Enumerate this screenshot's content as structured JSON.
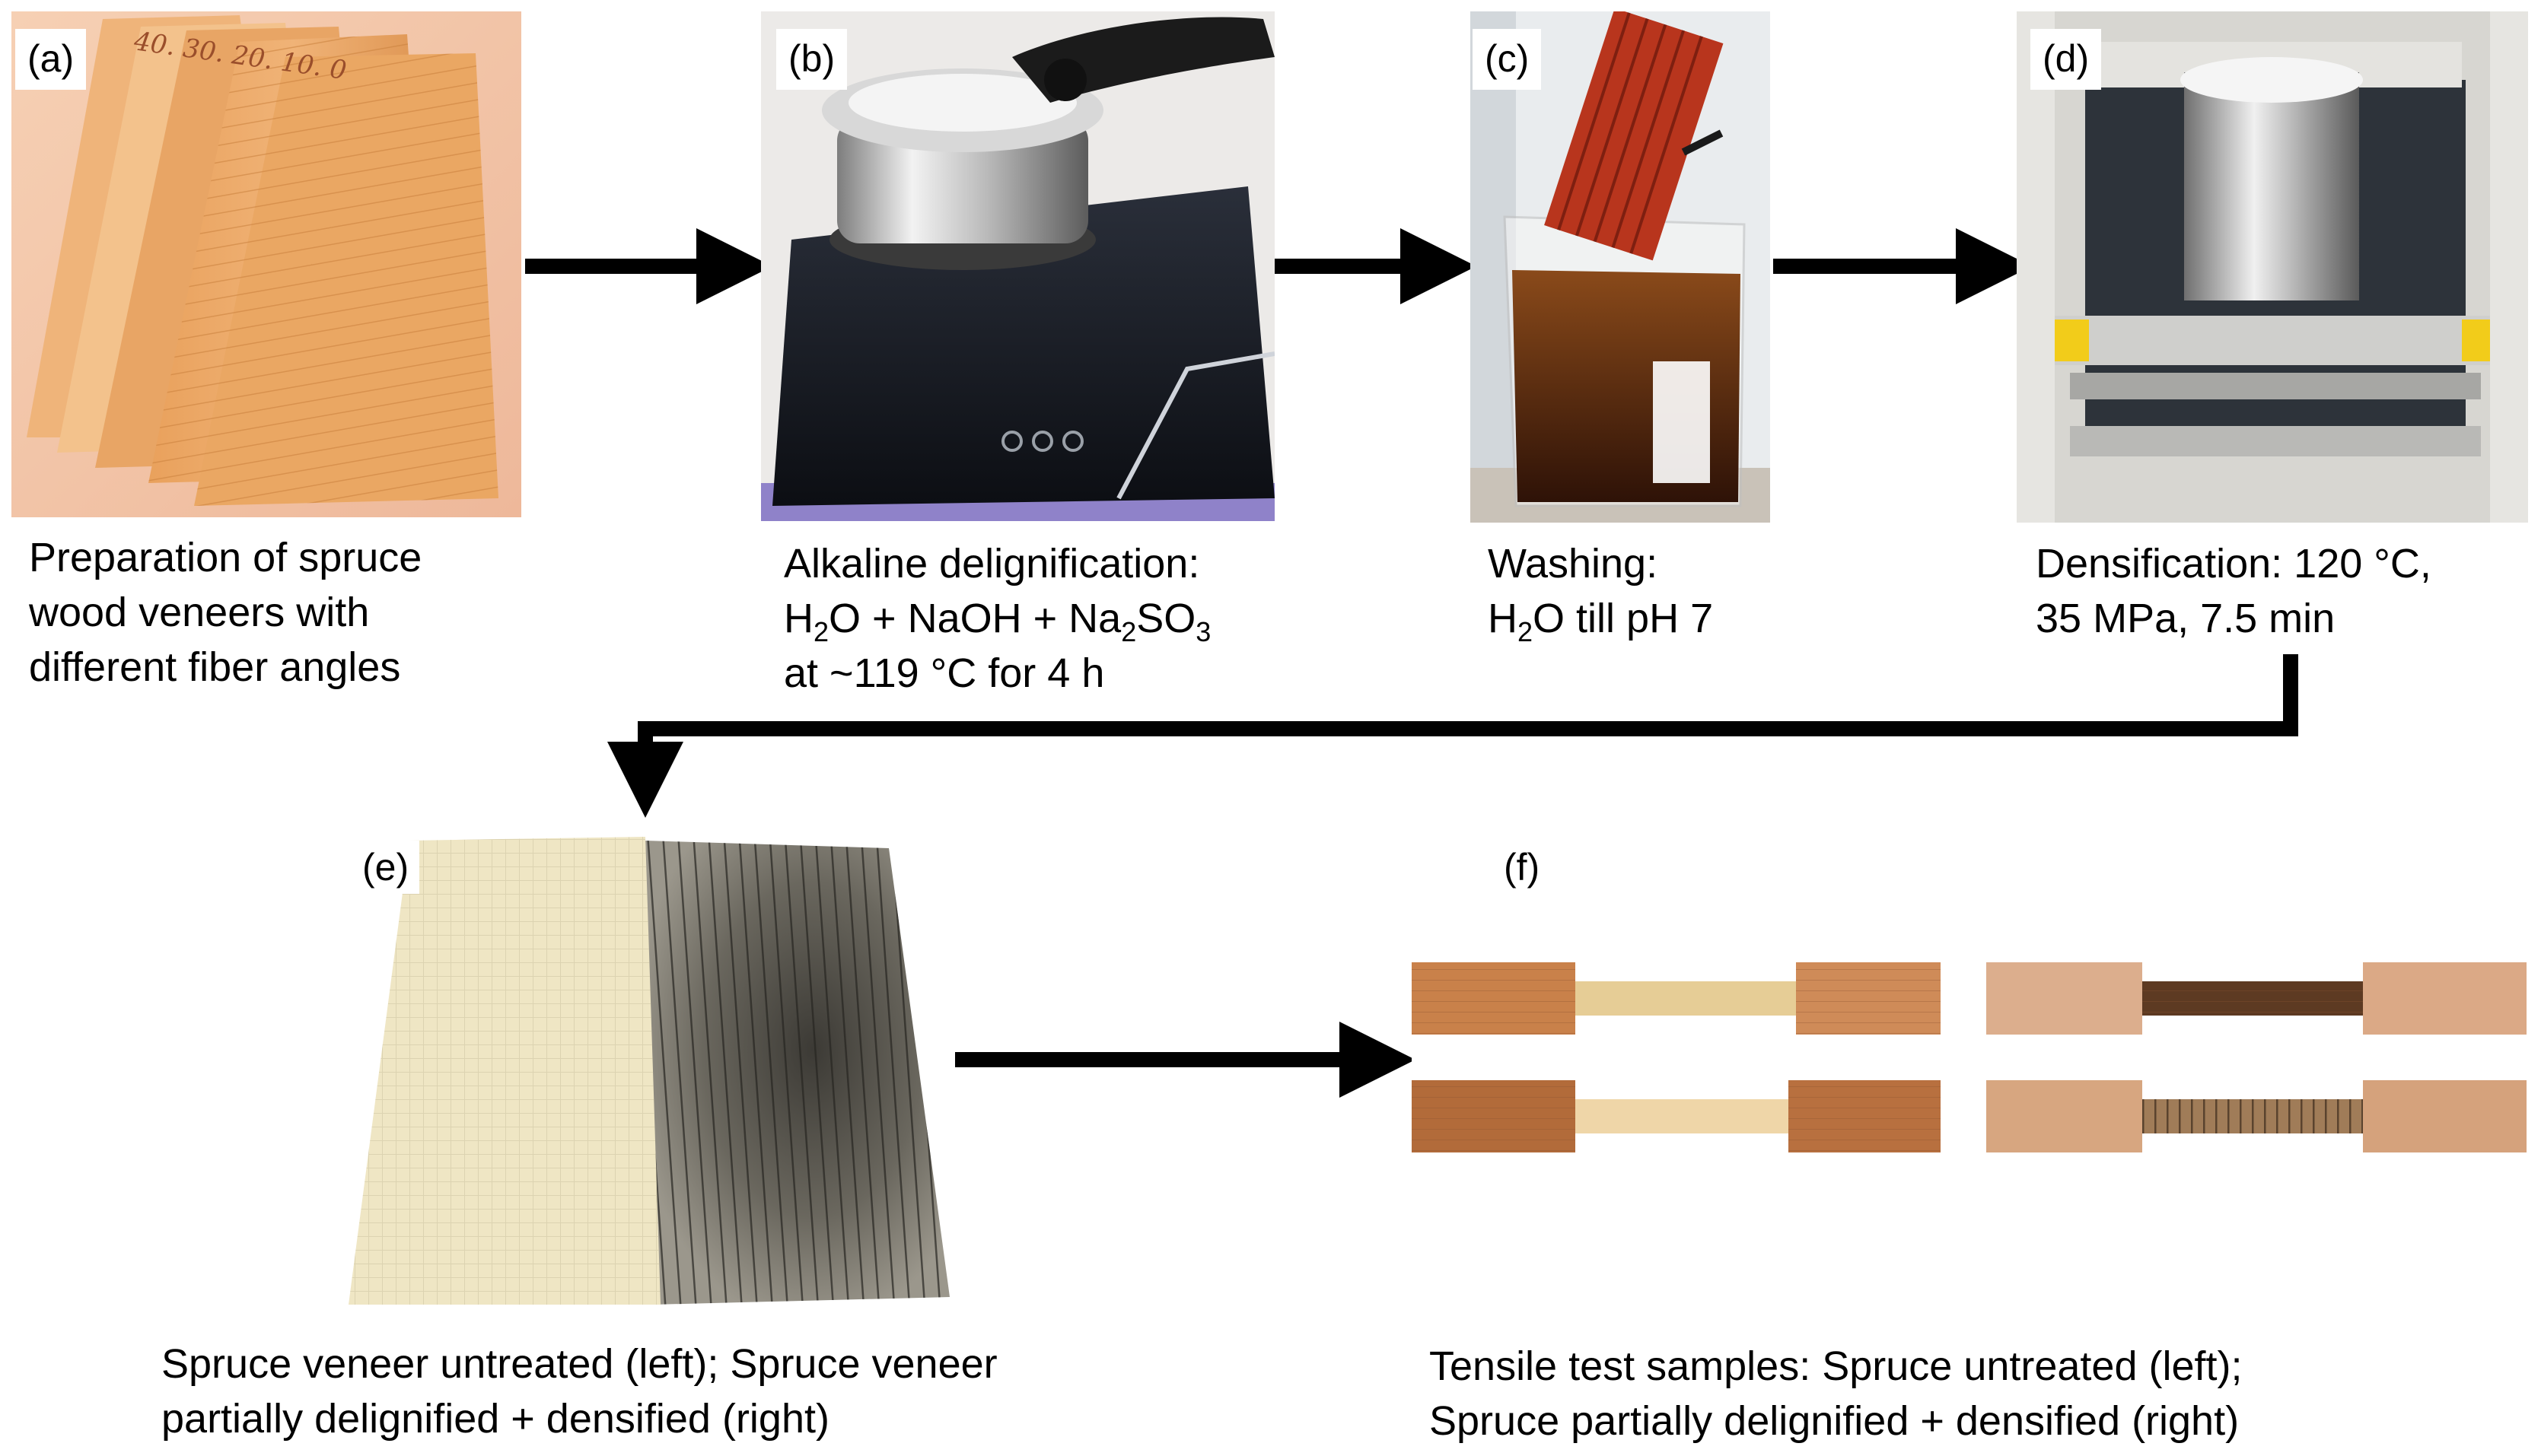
{
  "panels": {
    "a": {
      "tag": "(a)",
      "caption": [
        "Preparation of spruce",
        "wood veneers with",
        "different fiber angles"
      ],
      "handwriting": "40. 30. 20. 10. 0"
    },
    "b": {
      "tag": "(b)",
      "caption_line1": "Alkaline delignification:",
      "formula": {
        "h": "H",
        "h_sub": "2",
        "rest1": "O + NaOH + Na",
        "na_sub": "2",
        "so": "SO",
        "so_sub": "3"
      },
      "caption_line3": "at ~119 °C for 4 h"
    },
    "c": {
      "tag": "(c)",
      "caption_line1": "Washing:",
      "formula": {
        "h": "H",
        "h_sub": "2",
        "rest": "O till pH 7"
      }
    },
    "d": {
      "tag": "(d)",
      "caption": [
        "Densification: 120 °C,",
        "35 MPa, 7.5 min"
      ]
    },
    "e": {
      "tag": "(e)",
      "caption": [
        "Spruce veneer untreated (left); Spruce veneer",
        "partially delignified + densified (right)"
      ]
    },
    "f": {
      "tag": "(f)",
      "caption": [
        "Tensile test samples: Spruce untreated (left);",
        "Spruce partially delignified + densified (right)"
      ]
    }
  },
  "colors": {
    "arrow": "#000000",
    "veneer": "#e6a866",
    "background_a": "#f3c7a9",
    "pot": "#cfcfcf",
    "hob": "#141821",
    "beaker_liquid": "#5a2a12",
    "sample_red": "#b8351d",
    "press": "#d9d9d6",
    "press_yellow": "#f2cc1a",
    "untreated_veneer": "#efe6c4",
    "densified_veneer": "#5b5850",
    "grip_wood": "#c98a57",
    "grip_wood_light": "#d9a888"
  }
}
